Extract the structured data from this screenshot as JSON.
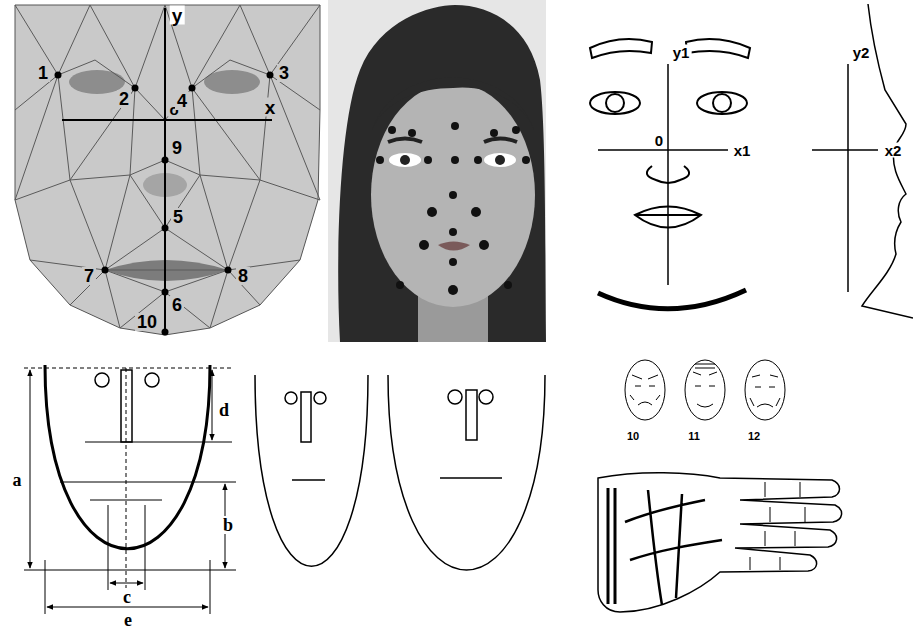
{
  "diagram": {
    "labels": [
      "y",
      "x",
      "o",
      "1",
      "2",
      "4",
      "3",
      "9",
      "5",
      "7",
      "8",
      "6",
      "10",
      "y1",
      "0",
      "x1",
      "y2",
      "x2",
      "a",
      "d",
      "b",
      "c",
      "e",
      "10",
      "11",
      "12"
    ]
  }
}
